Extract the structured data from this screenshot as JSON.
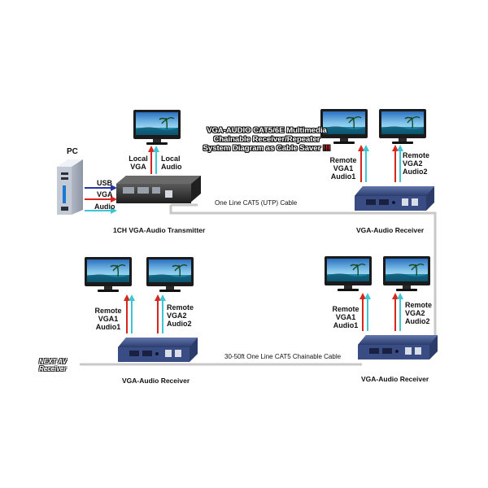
{
  "title": {
    "line1": "VGA-AUDIO CAT5/6E Multimedia",
    "line2": "Chainable Receiver/Repeater",
    "line3": "System Diagram as Cable Saver",
    "emphasis": "!!!"
  },
  "pc_label": "PC",
  "transmitter": {
    "label": "1CH VGA-Audio Transmitter",
    "inputs": {
      "usb": "USB",
      "vga": "VGA",
      "audio": "Audio"
    },
    "local_vga": [
      "Local",
      "VGA"
    ],
    "local_audio": [
      "Local",
      "Audio"
    ]
  },
  "cables": {
    "top": "One Line CAT5 (UTP) Cable",
    "bottom": "30-50ft One Line CAT5 Chainable Cable"
  },
  "receivers": [
    {
      "label": "VGA-Audio Receiver",
      "remote1": [
        "Remote",
        "VGA1",
        "Audio1"
      ],
      "remote2": [
        "Remote",
        "VGA2",
        "Audio2"
      ]
    },
    {
      "label": "VGA-Audio Receiver",
      "remote1": [
        "Remote",
        "VGA1",
        "Audio1"
      ],
      "remote2": [
        "Remote",
        "VGA2",
        "Audio2"
      ]
    },
    {
      "label": "VGA-Audio Receiver",
      "remote1": [
        "Remote",
        "VGA1",
        "Audio1"
      ],
      "remote2": [
        "Remote",
        "VGA2",
        "Audio2"
      ]
    }
  ],
  "next_receiver": [
    "NEXT AV",
    "Receiver"
  ],
  "colors": {
    "red_arrow": "#d9261c",
    "cyan_arrow": "#3fc6d2",
    "blue_arrow": "#2435a8",
    "cable": "#c8c8c8",
    "device": "#2e3f73"
  }
}
